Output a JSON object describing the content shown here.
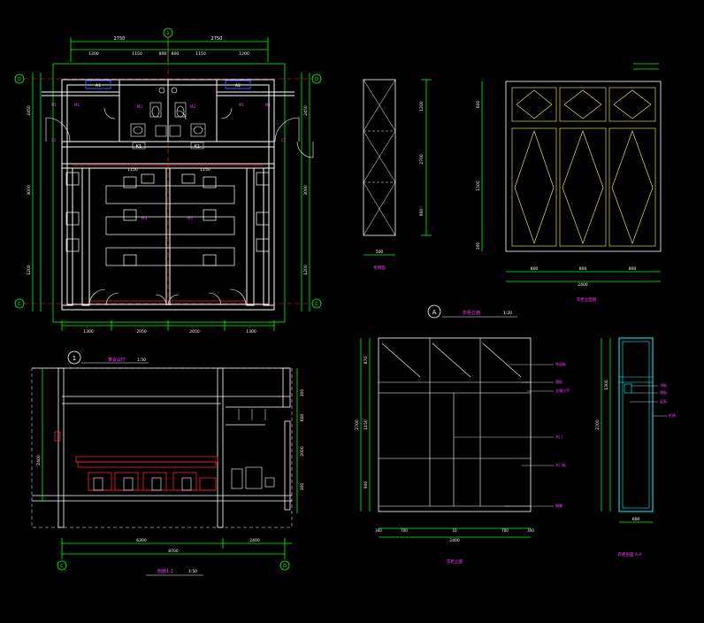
{
  "colors": {
    "background": "#000000",
    "wall": "#ffffff",
    "dimension": "#00ff00",
    "red": "#ff2020",
    "magenta": "#ff40ff",
    "yellow": "#ffff66",
    "cyan": "#00ffff",
    "blue": "#3060ff",
    "dim_text": "#00ff66"
  },
  "plan": {
    "top_dims": [
      "2750",
      "2750"
    ],
    "top_sub_dims": [
      "1200",
      "1150",
      "800",
      "800",
      "1150",
      "1200"
    ],
    "bottom_dims": [
      "1300",
      "2050",
      "2050",
      "1300"
    ],
    "left_dims": [
      "2450",
      "3000",
      "1200"
    ],
    "right_dims": [
      "2450",
      "3000",
      "1200"
    ],
    "axis_top": "1",
    "axis_left_top": "D",
    "axis_left_bottom": "C",
    "axis_right_top": "D",
    "axis_right_bottom": "C",
    "mid_dims": [
      "1150",
      "1150"
    ],
    "room_tags": [
      "K1",
      "K1"
    ],
    "window_tags": [
      "A1",
      "A2"
    ]
  },
  "section": {
    "axis_label": "1",
    "title_top": "某会议厅",
    "scale": "1:50",
    "bottom_title": "剖面1-1",
    "bottom_scale": "1:50",
    "bottom_dims": [
      "6300",
      "2400"
    ],
    "bottom_total": "8700",
    "axis_c": "C",
    "axis_d": "D",
    "right_dims": [
      "300",
      "600",
      "2000",
      "300"
    ],
    "left_dim": "2400"
  },
  "cabinet_front": {
    "bottom_dims": [
      "300",
      "700",
      "10",
      "700",
      "300"
    ],
    "bottom_total": "2400",
    "left_dims": [
      "870",
      "1150",
      "900"
    ],
    "right_dim": "2700",
    "labels": [
      "饰面板",
      "隔板",
      "金属拉手",
      "木门",
      "木门板",
      "踢脚"
    ],
    "title": "衣柜立面"
  },
  "cabinet_elev": {
    "bottom_dims": [
      "800",
      "800",
      "800"
    ],
    "bottom_total": "2400",
    "left_dims": [
      "600",
      "1500",
      "300"
    ],
    "title": "衣柜立面图",
    "axis": "A",
    "axis_title": "衣柜立面",
    "scale": "1:20"
  },
  "narrow_elev": {
    "bottom_dim": "500",
    "left_dims": [
      "1200",
      "2700",
      "900"
    ],
    "title": "柜侧面"
  },
  "side_section": {
    "bottom_dim": "600",
    "left_dims": [
      "1300",
      "2700"
    ],
    "labels": [
      "顶板",
      "隔板",
      "层板",
      "柜体"
    ],
    "title": "衣柜剖面 A-A"
  }
}
